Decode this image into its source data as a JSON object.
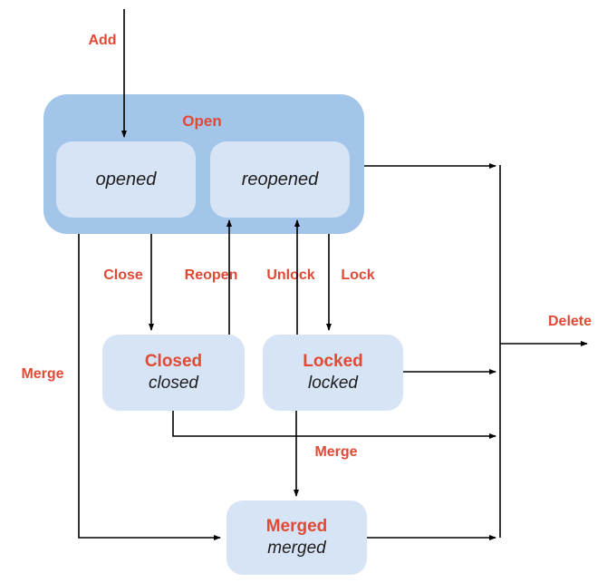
{
  "diagram": {
    "colors": {
      "canvas_bg": "#ffffff",
      "container_fill": "#a2c5e9",
      "state_fill": "#d7e4f5",
      "action_text": "#e04a35",
      "state_text": "#1d1d1d",
      "line": "#000000"
    },
    "states": {
      "open": {
        "label": "Open"
      },
      "opened": {
        "label": "opened"
      },
      "reopened": {
        "label": "reopened"
      },
      "closed": {
        "title": "Closed",
        "subtitle": "closed"
      },
      "locked": {
        "title": "Locked",
        "subtitle": "locked"
      },
      "merged": {
        "title": "Merged",
        "subtitle": "merged"
      }
    },
    "labels": {
      "add": "Add",
      "close": "Close",
      "reopen": "Reopen",
      "unlock": "Unlock",
      "lock": "Lock",
      "merge_left": "Merge",
      "merge_center": "Merge",
      "delete": "Delete"
    }
  }
}
